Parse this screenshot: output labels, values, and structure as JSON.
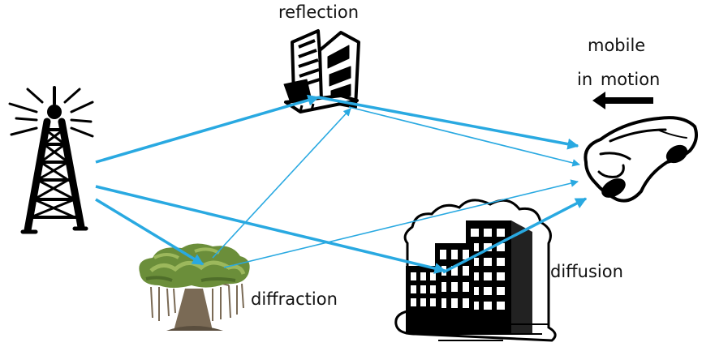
{
  "labels": {
    "reflection": "reflection",
    "mobile_line1": "mobile",
    "mobile_line2": "in motion",
    "diffraction": "diffraction",
    "diffusion": "diffusion"
  },
  "colors": {
    "ray": "#29a9e1",
    "ink": "#000000",
    "foliage": "#6b8e3a",
    "foliage_light": "#9cb85c",
    "trunk": "#7a6a55"
  },
  "icons": {
    "transmitter": "radio-tower-icon",
    "reflector": "office-building-icon",
    "diffractor": "tree-icon",
    "scatterer": "city-buildings-icon",
    "receiver": "car-icon",
    "direction": "arrow-left-icon"
  }
}
